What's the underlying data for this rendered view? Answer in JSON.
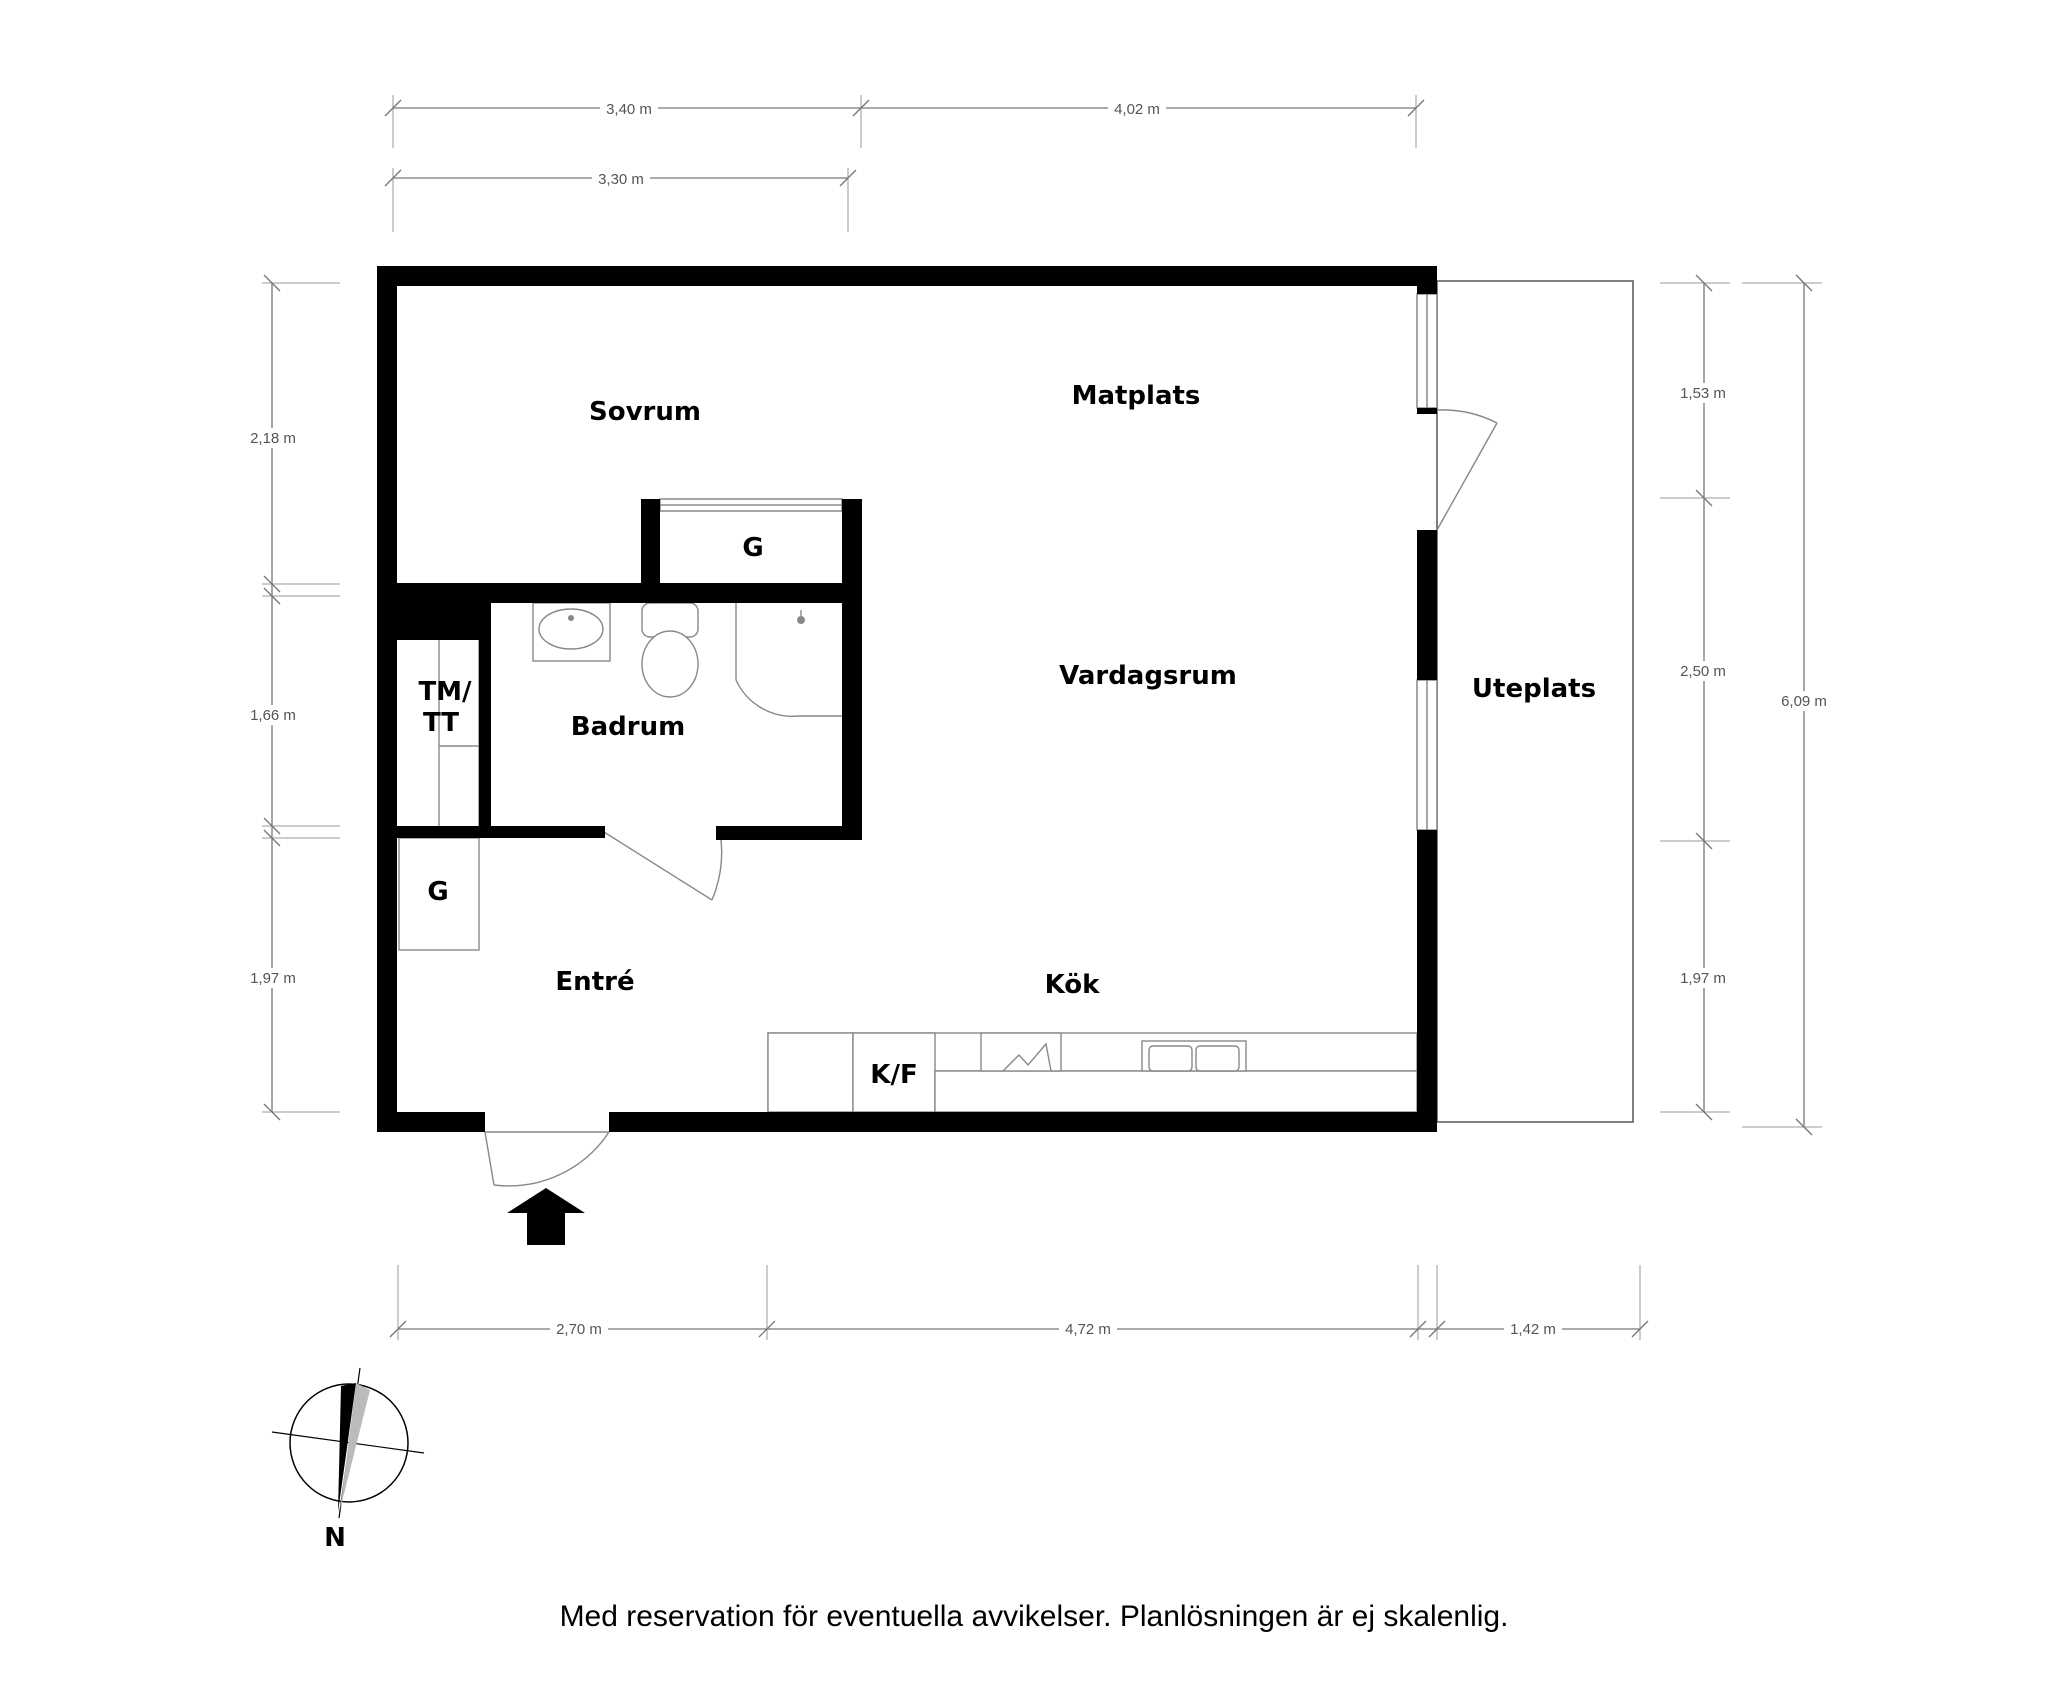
{
  "rooms": {
    "sovrum": "Sovrum",
    "matplats": "Matplats",
    "garderob_1": "G",
    "vardagsrum": "Vardagsrum",
    "tm_tt_line1": "TM/",
    "tm_tt_line2": "TT",
    "badrum": "Badrum",
    "uteplats": "Uteplats",
    "garderob_2": "G",
    "entre": "Entré",
    "kok": "Kök",
    "kf": "K/F"
  },
  "dimensions": {
    "top_1": "3,40 m",
    "top_2": "4,02 m",
    "top_3": "3,30 m",
    "left_1": "2,18 m",
    "left_2": "1,66 m",
    "left_3": "1,97 m",
    "right_1": "1,53 m",
    "right_2": "2,50 m",
    "right_3": "1,97 m",
    "right_total": "6,09 m",
    "bottom_1": "2,70 m",
    "bottom_2": "4,72 m",
    "bottom_3": "1,42 m"
  },
  "compass": {
    "label": "N"
  },
  "note": "Med reservation för eventuella avvikelser. Planlösningen är ej skalenlig."
}
